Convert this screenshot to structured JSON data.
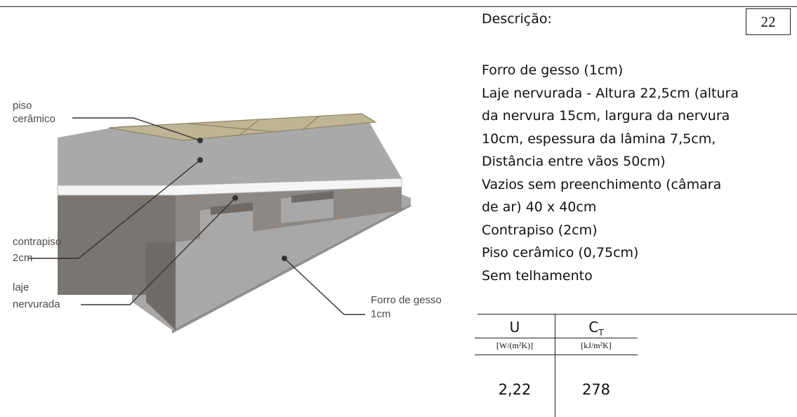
{
  "card": {
    "number": "22",
    "description_title": "Descrição:",
    "description_lines": [
      "Forro de gesso (1cm)",
      "Laje nervurada - Altura 22,5cm (altura",
      "da nervura 15cm, largura da nervura",
      "10cm, espessura da lâmina 7,5cm,",
      "Distância entre vãos 50cm)",
      "Vazios sem preenchimento (câmara",
      "de ar) 40 x 40cm",
      "Contrapiso (2cm)",
      "Piso cerâmico (0,75cm)",
      "Sem telhamento"
    ]
  },
  "diagram": {
    "labels": {
      "piso_line1": "piso",
      "piso_line2": "cerâmico",
      "contrapiso_line1": "contrapiso",
      "contrapiso_line2": "2cm",
      "laje_line1": "laje",
      "laje_line2": "nervurada",
      "forro_line1": "Forro de gesso",
      "forro_line2": "1cm"
    },
    "colors": {
      "tile": "#bfb493",
      "screed": "#a9a9a9",
      "slab_top": "#8c8782",
      "slab_side": "#7d7772",
      "ceiling": "#a7a7a7",
      "leader": "#333333"
    }
  },
  "table": {
    "col1": {
      "symbol": "U",
      "unit": "[W/(m²K)]",
      "value": "2,22"
    },
    "col2": {
      "symbol": "C",
      "symbol_sub": "T",
      "unit": "[kJ/m²K]",
      "value": "278"
    }
  }
}
